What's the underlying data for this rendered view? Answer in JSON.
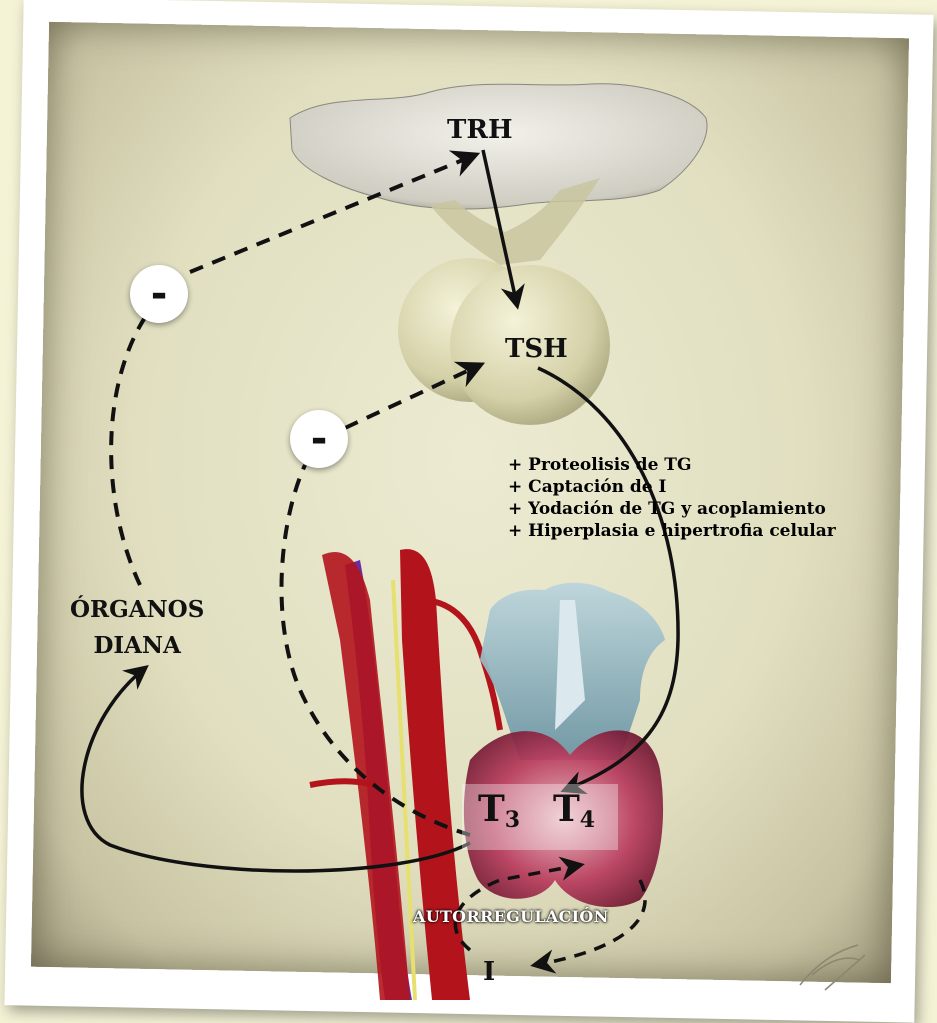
{
  "labels": {
    "trh": "TRH",
    "tsh": "TSH",
    "organos_line1": "ÓRGANOS",
    "organos_line2": "DIANA",
    "t3_base": "T",
    "t3_sub": "3",
    "t4_base": "T",
    "t4_sub": "4",
    "autorregulacion": "AUTORREGULACIÓN",
    "iodine": "I",
    "inhibit_1": "-",
    "inhibit_2": "-"
  },
  "effects": [
    "+ Proteolisis de TG",
    "+ Captación de I",
    "+ Yodación de TG y acoplamiento",
    "+ Hiperplasia e hipertrofia celular"
  ],
  "colors": {
    "background": "#f5f3d6",
    "paper": "#e4e2c5",
    "arrow": "#111111",
    "artery": "#b3141c",
    "vein": "#6a2ea0",
    "nerve": "#e6e070",
    "thyroid": "#8c1a3a",
    "larynx": "#7faab8",
    "pituitary": "#d8d6b0"
  }
}
